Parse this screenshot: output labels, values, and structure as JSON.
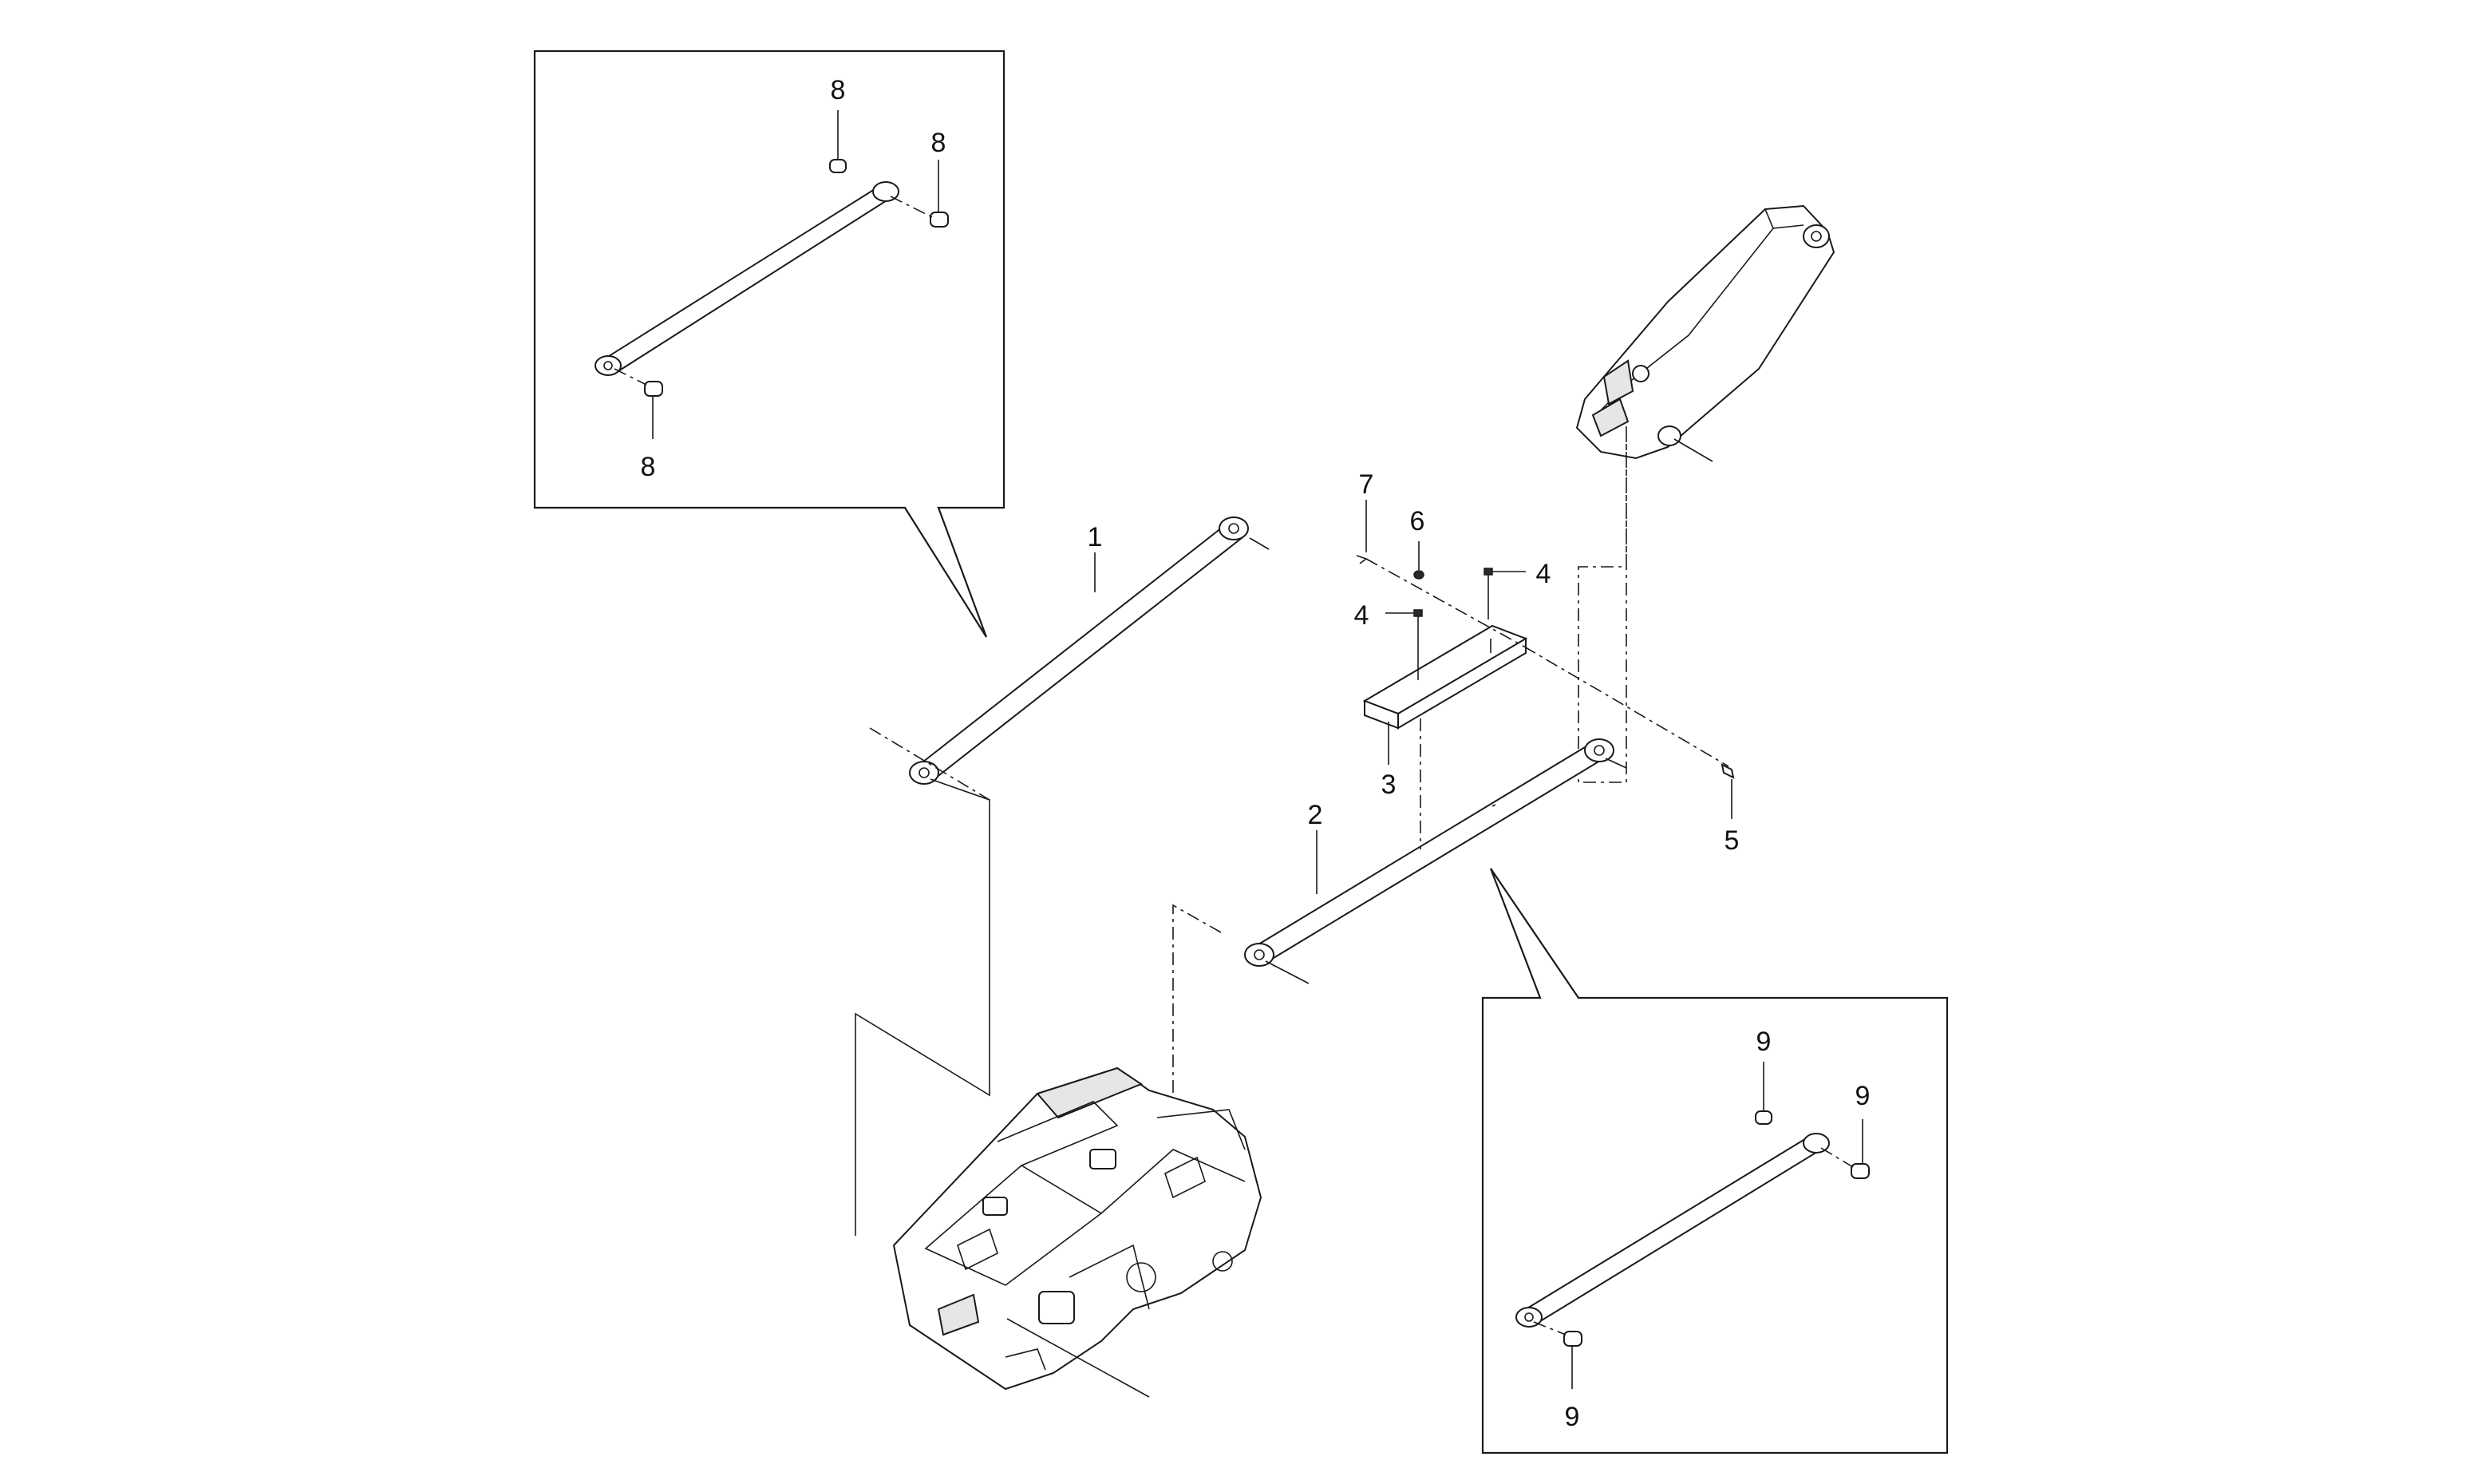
{
  "callouts": {
    "c1": "1",
    "c2": "2",
    "c3": "3",
    "c4a": "4",
    "c4b": "4",
    "c5": "5",
    "c6": "6",
    "c7": "7",
    "c8a": "8",
    "c8b": "8",
    "c8c": "8",
    "c9a": "9",
    "c9b": "9",
    "c9c": "9"
  }
}
